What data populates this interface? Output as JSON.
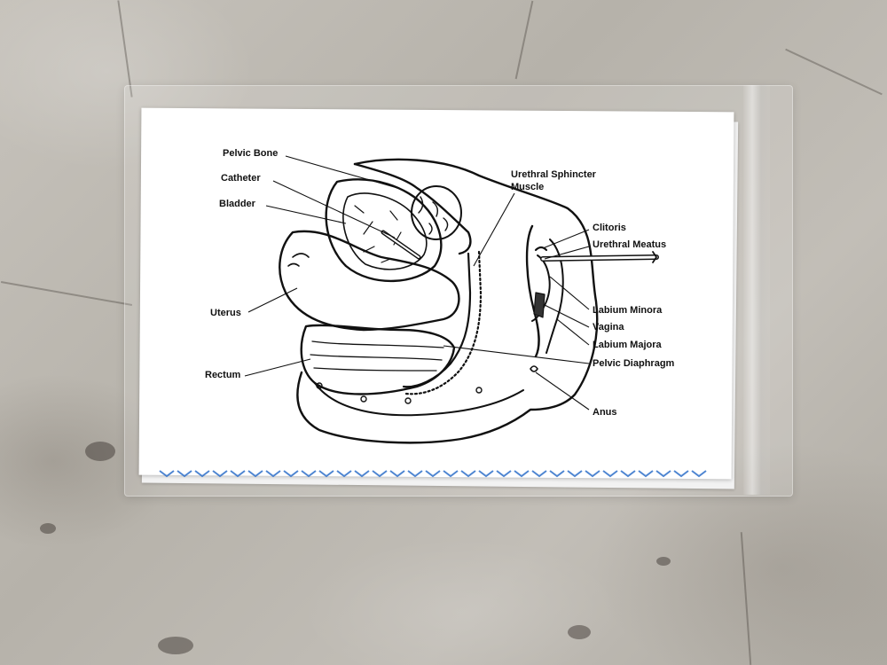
{
  "diagram": {
    "labels": {
      "pelvic_bone": "Pelvic Bone",
      "catheter": "Catheter",
      "bladder": "Bladder",
      "uterus": "Uterus",
      "rectum": "Rectum",
      "urethral_sphincter_line1": "Urethral Sphincter",
      "urethral_sphincter_line2": "Muscle",
      "clitoris": "Clitoris",
      "urethral_meatus": "Urethral Meatus",
      "labium_minora": "Labium Minora",
      "vagina": "Vagina",
      "labium_majora": "Labium Majora",
      "pelvic_diaphragm": "Pelvic Diaphragm",
      "anus": "Anus"
    }
  },
  "colors": {
    "surface": "#bdb9b2",
    "card": "#ffffff",
    "ink": "#111111",
    "edge_pattern": "#2f6fc9"
  }
}
